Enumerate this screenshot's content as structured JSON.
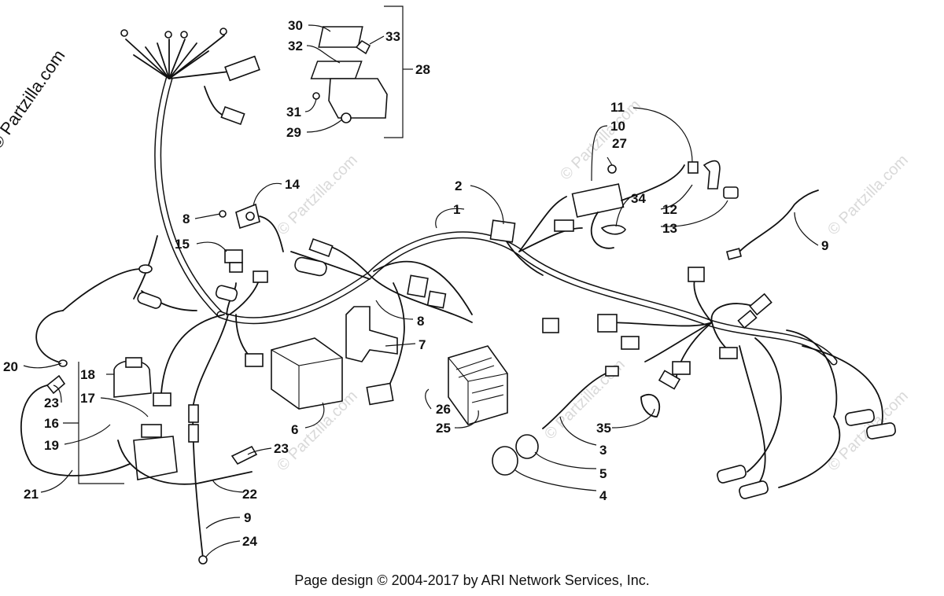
{
  "watermark_brand": "© Partzilla.com",
  "footer_text": "Page design © 2004-2017 by ARI Network Services, Inc.",
  "callouts": {
    "c1": "1",
    "c2": "2",
    "c3": "3",
    "c4": "4",
    "c5": "5",
    "c6": "6",
    "c7": "7",
    "c8a": "8",
    "c8b": "8",
    "c9a": "9",
    "c9b": "9",
    "c10": "10",
    "c11": "11",
    "c12": "12",
    "c13": "13",
    "c14": "14",
    "c15": "15",
    "c16": "16",
    "c17": "17",
    "c18": "18",
    "c19": "19",
    "c20": "20",
    "c21": "21",
    "c22": "22",
    "c23a": "23",
    "c23b": "23",
    "c24": "24",
    "c25": "25",
    "c26": "26",
    "c27": "27",
    "c28": "28",
    "c29": "29",
    "c30": "30",
    "c31": "31",
    "c32": "32",
    "c33": "33",
    "c34": "34",
    "c35": "35"
  }
}
